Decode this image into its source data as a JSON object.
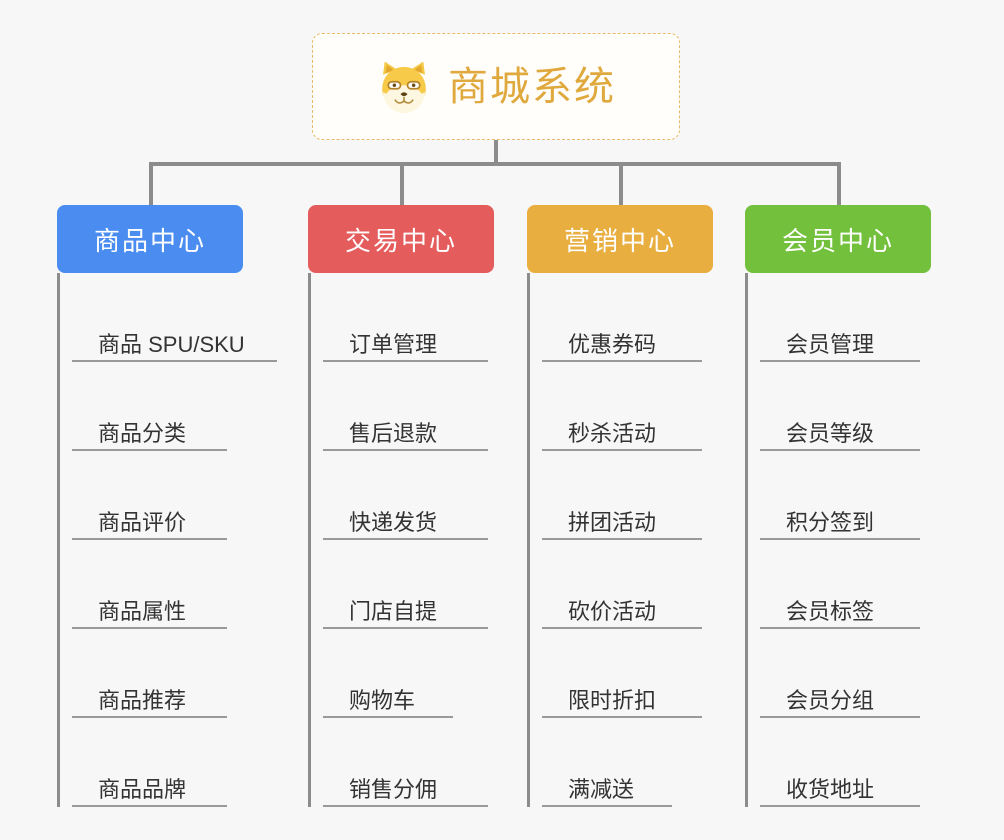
{
  "theme": {
    "background": "#f7f7f7",
    "root_border": "#e7b96a",
    "root_title_color": "#e0a93e",
    "connector_color": "#8c8c8c",
    "leaf_rule_color": "#9a9a9a",
    "leaf_text_color": "#333333"
  },
  "root": {
    "title": "商城系统",
    "logo": "shiba-dog-icon"
  },
  "columns": [
    {
      "title": "商品中心",
      "color": "#4a8cf0",
      "leaves": [
        "商品 SPU/SKU",
        "商品分类",
        "商品评价",
        "商品属性",
        "商品推荐",
        "商品品牌"
      ]
    },
    {
      "title": "交易中心",
      "color": "#e45c5c",
      "leaves": [
        "订单管理",
        "售后退款",
        "快递发货",
        "门店自提",
        "购物车",
        "销售分佣"
      ]
    },
    {
      "title": "营销中心",
      "color": "#e9ae40",
      "leaves": [
        "优惠券码",
        "秒杀活动",
        "拼团活动",
        "砍价活动",
        "限时折扣",
        "满减送"
      ]
    },
    {
      "title": "会员中心",
      "color": "#72c03c",
      "leaves": [
        "会员管理",
        "会员等级",
        "积分签到",
        "会员标签",
        "会员分组",
        "收货地址"
      ]
    }
  ]
}
